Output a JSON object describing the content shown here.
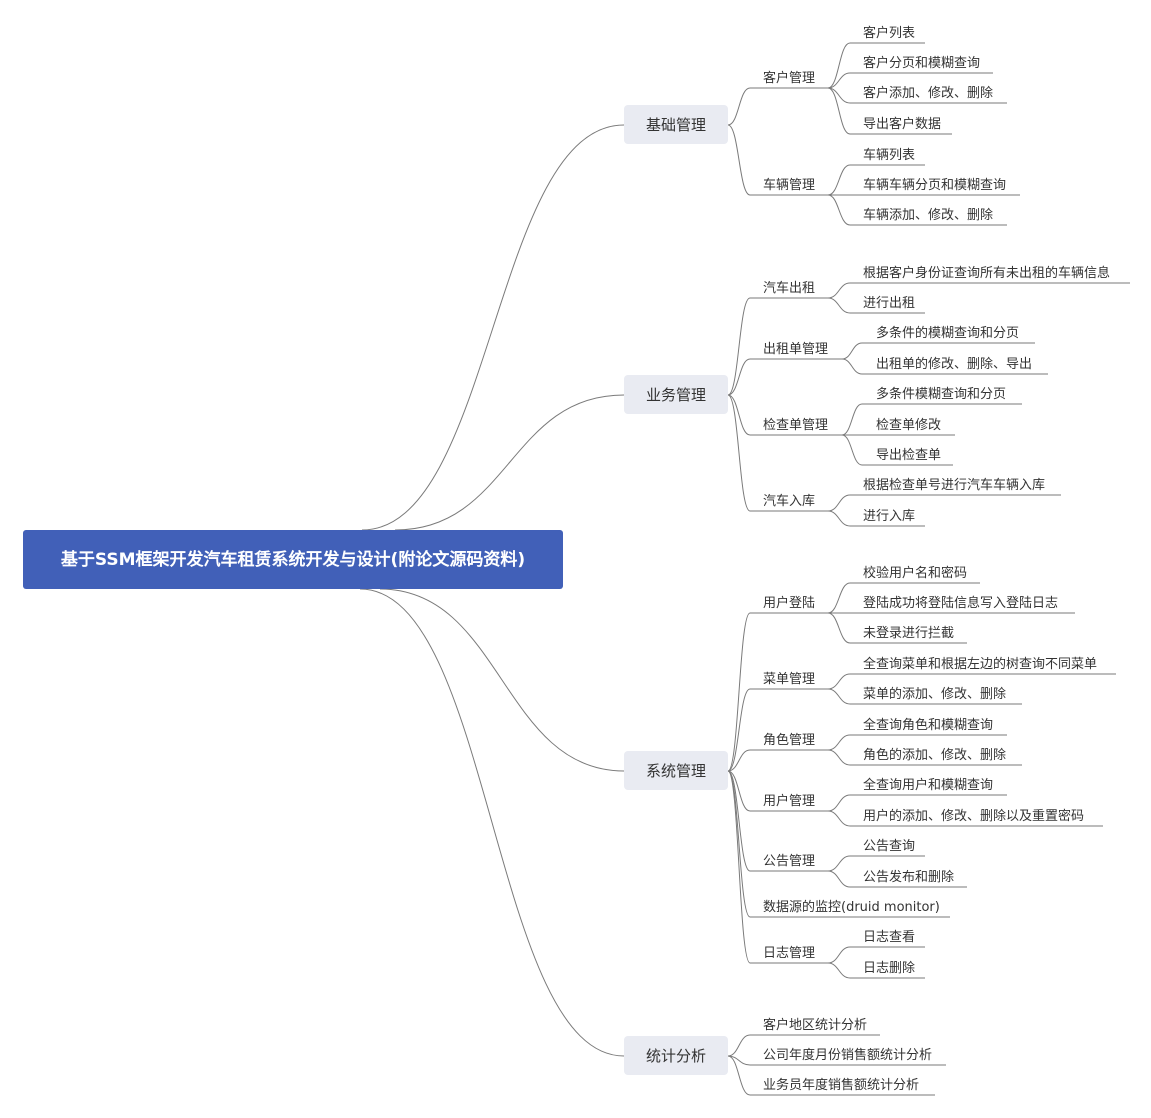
{
  "root": {
    "label": "基于SSM框架开发汽车租赁系统开发与设计(附论文源码资料)"
  },
  "branches": [
    {
      "label": "基础管理",
      "children": [
        {
          "label": "客户管理",
          "children": [
            "客户列表",
            "客户分页和模糊查询",
            "客户添加、修改、删除",
            "导出客户数据"
          ]
        },
        {
          "label": "车辆管理",
          "children": [
            "车辆列表",
            "车辆车辆分页和模糊查询",
            "车辆添加、修改、删除"
          ]
        }
      ]
    },
    {
      "label": "业务管理",
      "children": [
        {
          "label": "汽车出租",
          "children": [
            "根据客户身份证查询所有未出租的车辆信息",
            "进行出租"
          ]
        },
        {
          "label": "出租单管理",
          "children": [
            "多条件的模糊查询和分页",
            "出租单的修改、删除、导出"
          ]
        },
        {
          "label": "检查单管理",
          "children": [
            "多条件模糊查询和分页",
            "检查单修改",
            "导出检查单"
          ]
        },
        {
          "label": "汽车入库",
          "children": [
            "根据检查单号进行汽车车辆入库",
            "进行入库"
          ]
        }
      ]
    },
    {
      "label": "系统管理",
      "children": [
        {
          "label": "用户登陆",
          "children": [
            "校验用户名和密码",
            "登陆成功将登陆信息写入登陆日志",
            "未登录进行拦截"
          ]
        },
        {
          "label": "菜单管理",
          "children": [
            "全查询菜单和根据左边的树查询不同菜单",
            "菜单的添加、修改、删除"
          ]
        },
        {
          "label": "角色管理",
          "children": [
            "全查询角色和模糊查询",
            "角色的添加、修改、删除"
          ]
        },
        {
          "label": "用户管理",
          "children": [
            "全查询用户和模糊查询",
            "用户的添加、修改、删除以及重置密码"
          ]
        },
        {
          "label": "公告管理",
          "children": [
            "公告查询",
            "公告发布和删除"
          ]
        },
        {
          "label": "数据源的监控(druid monitor)",
          "children": []
        },
        {
          "label": "日志管理",
          "children": [
            "日志查看",
            "日志删除"
          ]
        }
      ]
    },
    {
      "label": "统计分析",
      "children": [
        {
          "label": "客户地区统计分析",
          "children": []
        },
        {
          "label": "公司年度月份销售额统计分析",
          "children": []
        },
        {
          "label": "业务员年度销售额统计分析",
          "children": []
        }
      ]
    }
  ],
  "colors": {
    "root_fill": "#4160b8",
    "branch_fill": "#e9ebf2",
    "line": "#7a7a7a",
    "text": "#333333"
  }
}
